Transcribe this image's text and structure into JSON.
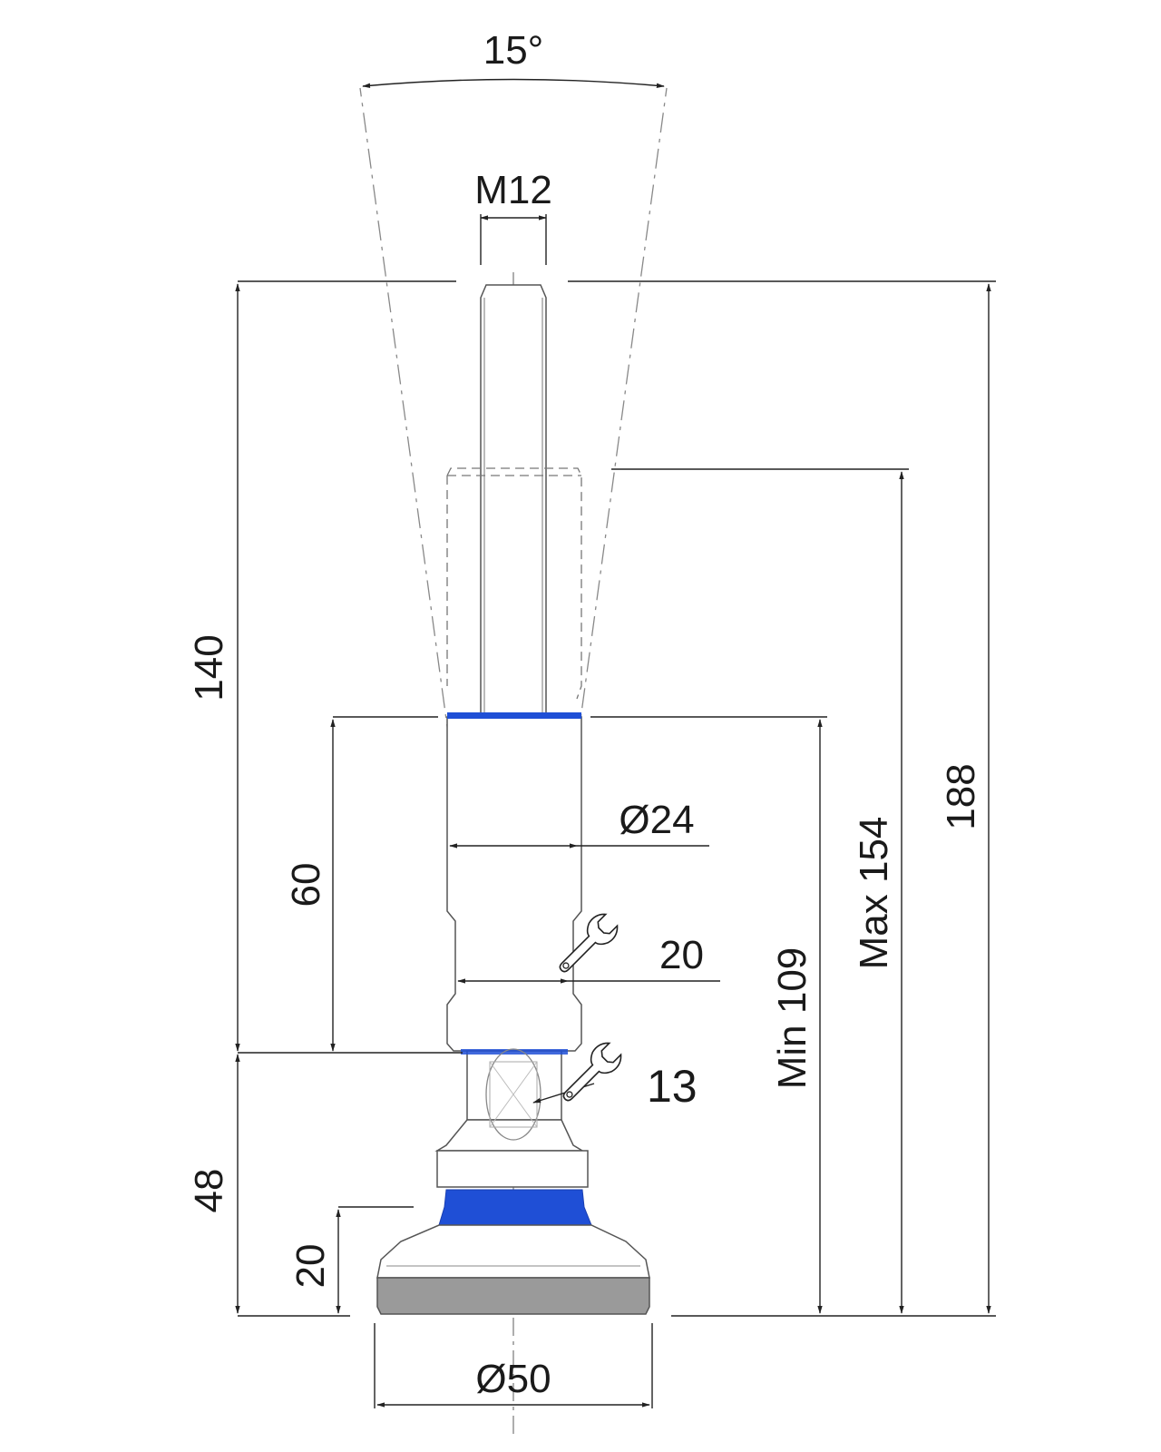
{
  "drawing": {
    "angle_label": "15°",
    "thread_label": "M12",
    "total_height_label": "188",
    "max_height_label": "Max 154",
    "min_height_label": "Min 109",
    "stud_length_label": "140",
    "body_length_label": "60",
    "body_diameter_label": "Ø24",
    "body_wrench_label": "20",
    "joint_wrench_label": "13",
    "foot_height_label": "48",
    "pad_height_label": "20",
    "base_diameter_label": "Ø50"
  },
  "colors": {
    "accent": "#1f4fd6",
    "pad": "#9a9a9a",
    "line": "#222222"
  },
  "icons": [
    "wrench-icon",
    "wrench-icon"
  ]
}
